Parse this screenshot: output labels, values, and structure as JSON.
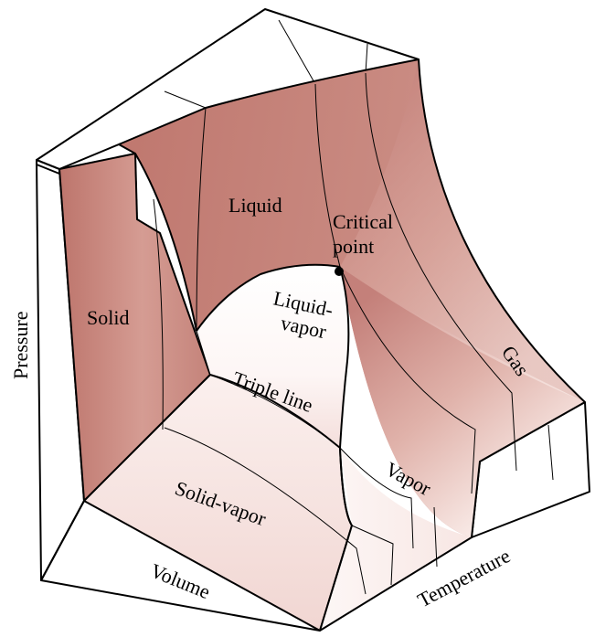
{
  "title": "P-v-T surface",
  "colors": {
    "surface_dark": "#c07a72",
    "surface_mid": "#d9a39a",
    "surface_light": "#f6e4e0",
    "background": "#ffffff",
    "line": "#000000"
  },
  "axes": {
    "pressure": "Pressure",
    "volume": "Volume",
    "temperature": "Temperature"
  },
  "regions": {
    "solid": "Solid",
    "liquid": "Liquid",
    "gas": "Gas",
    "vapor": "Vapor",
    "solid_vapor": "Solid-vapor",
    "triple_line": "Triple line",
    "liquid_vapor_line1": "Liquid-",
    "liquid_vapor_line2": "vapor",
    "critical_point_line1": "Critical",
    "critical_point_line2": "point"
  }
}
